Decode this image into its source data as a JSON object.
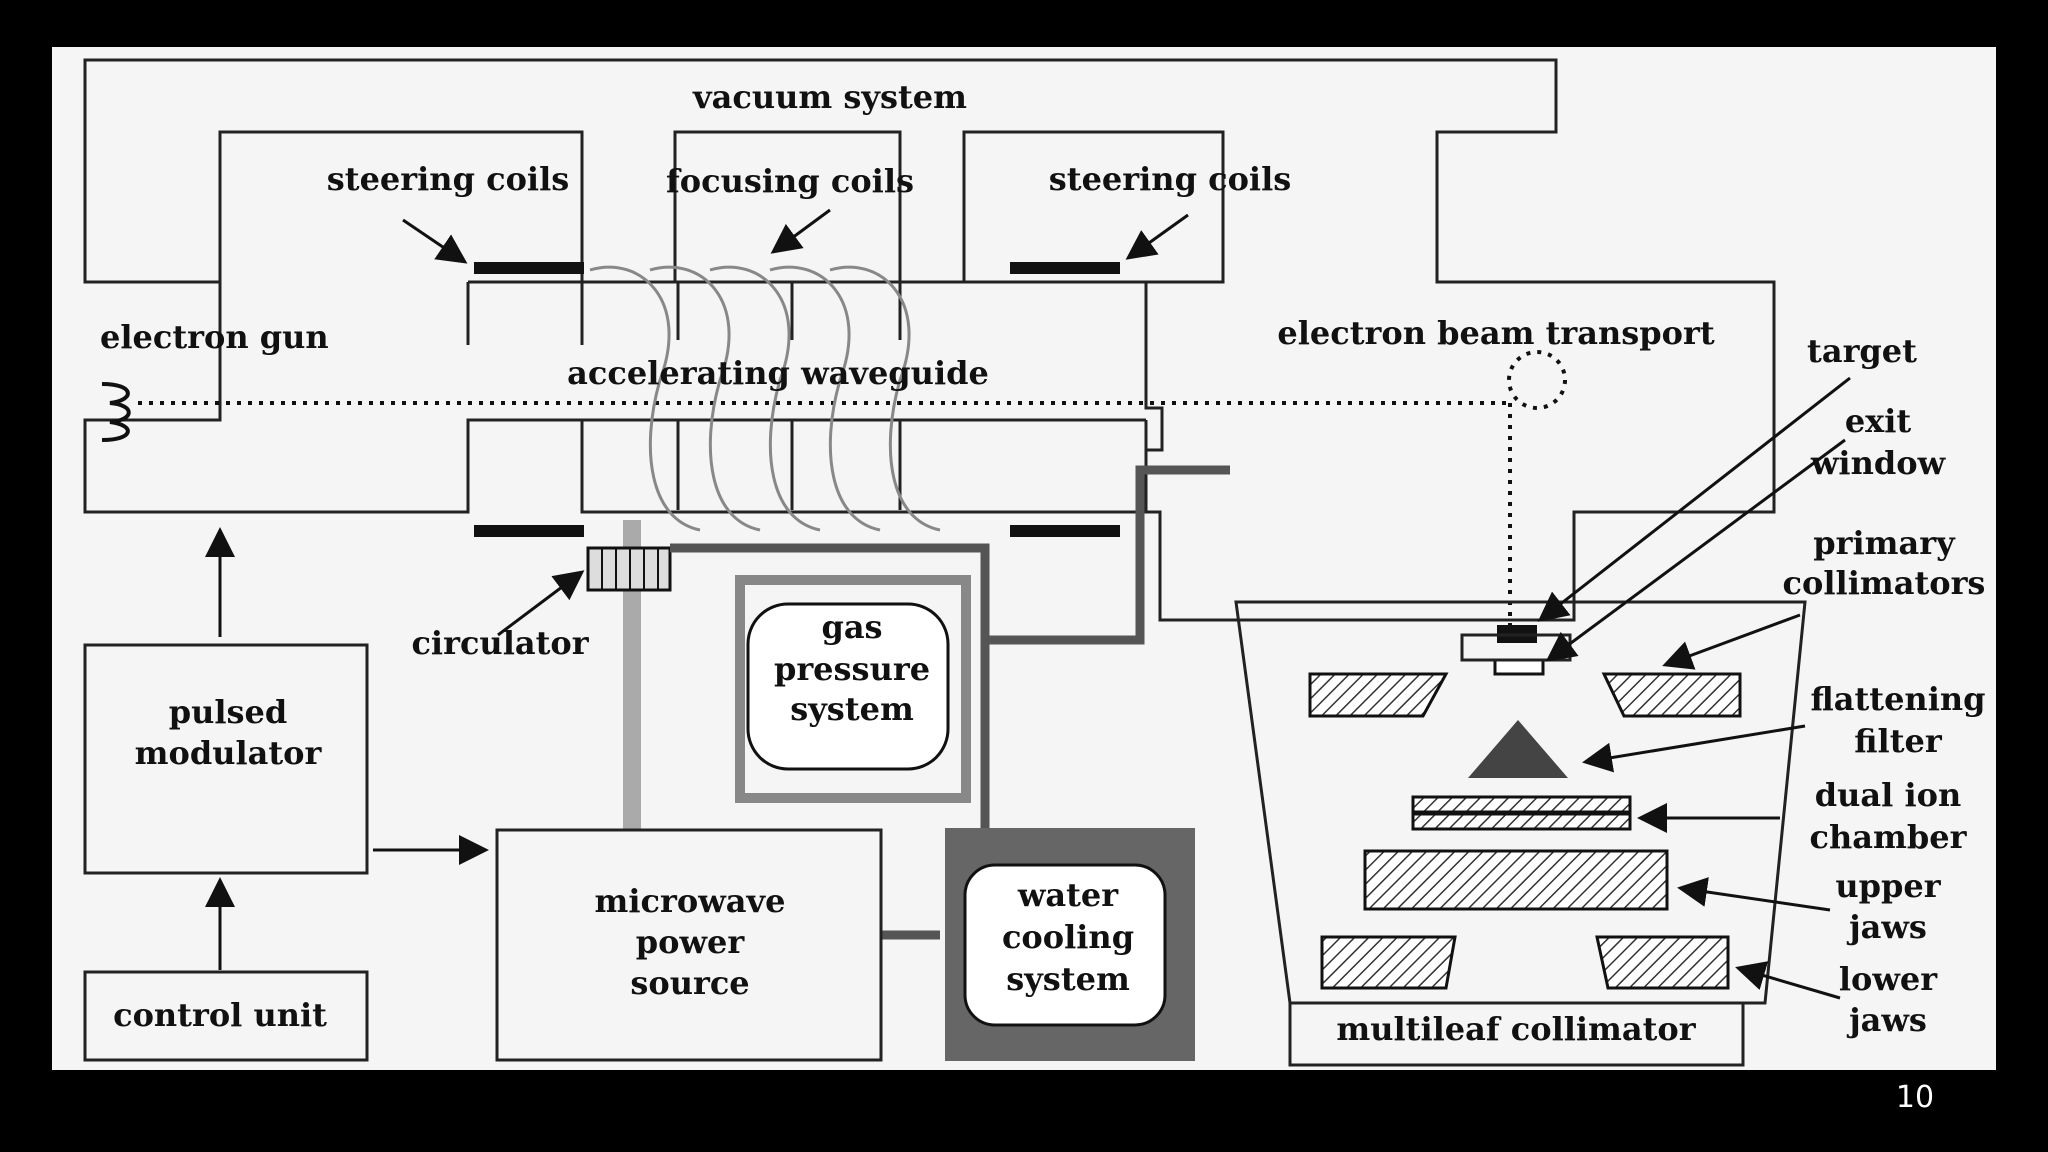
{
  "slide": {
    "page_number": "10"
  },
  "labels": {
    "vacuum_system": "vacuum   system",
    "steering_coils_left": "steering coils",
    "focusing_coils": "focusing coils",
    "steering_coils_right": "steering coils",
    "electron_gun": "electron gun",
    "accelerating_waveguide": "accelerating  waveguide",
    "electron_beam_transport": "electron beam transport",
    "target": "target",
    "exit_window_1": "exit",
    "exit_window_2": "window",
    "primary_collimators_1": "primary",
    "primary_collimators_2": "collimators",
    "flattening_filter_1": "flattening",
    "flattening_filter_2": "filter",
    "dual_ion_chamber_1": "dual  ion",
    "dual_ion_chamber_2": "chamber",
    "upper_jaws_1": "upper",
    "upper_jaws_2": "jaws",
    "lower_jaws_1": "lower",
    "lower_jaws_2": "jaws",
    "circulator": "circulator",
    "gas_pressure_1": "gas",
    "gas_pressure_2": "pressure",
    "gas_pressure_3": "system",
    "pulsed_modulator_1": "pulsed",
    "pulsed_modulator_2": "modulator",
    "microwave_1": "microwave",
    "microwave_2": "power",
    "microwave_3": "source",
    "water_cooling_1": "water",
    "water_cooling_2": "cooling",
    "water_cooling_3": "system",
    "control_unit": "control   unit",
    "multileaf_collimator": "multileaf collimator"
  }
}
